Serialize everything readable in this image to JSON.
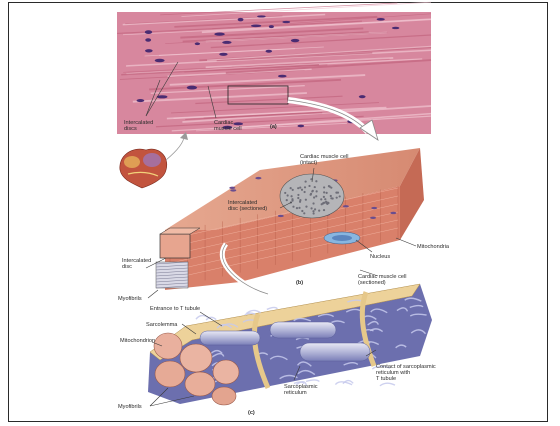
{
  "panel_a": {
    "tag": "(a)",
    "labels": {
      "intercalated_disc": [
        "Intercalated",
        "discs"
      ],
      "cardiac_muscle_cell": [
        "Cardiac",
        "muscle cell"
      ]
    }
  },
  "panel_b": {
    "tag": "(b)",
    "labels": {
      "cell_intact": [
        "Cardiac muscle cell",
        "(intact)"
      ],
      "disc_sectioned": [
        "Intercalated",
        "disc (sectioned)"
      ],
      "mitochondria": "Mitochondria",
      "nucleus": "Nucleus",
      "intercalated_disc": [
        "Intercalated",
        "disc"
      ],
      "myofibrils": "Myofibrils",
      "cell_sectioned": [
        "Cardiac muscle cell",
        "(sectioned)"
      ]
    }
  },
  "panel_c": {
    "tag": "(c)",
    "labels": {
      "t_tubule_entrance": "Entrance to T tubule",
      "sarcolemma": "Sarcolemma",
      "mitochondrion": "Mitochondrion",
      "contact": [
        "Contact of sarcoplasmic",
        "reticulum with",
        "T tubule"
      ],
      "sarcoplasmic_reticulum": [
        "Sarcoplasmic",
        "reticulum"
      ],
      "myofibrils": "Myofibrils"
    }
  },
  "colors": {
    "micrograph_bg": "#d7879e",
    "fiber_pink": "#e39db0",
    "nucleus_purple": "#5a3a86",
    "muscle_salmon": "#d9806a",
    "reticulum_blue": "#8c90c8",
    "sarcolemma_tan": "#e8c98c"
  }
}
